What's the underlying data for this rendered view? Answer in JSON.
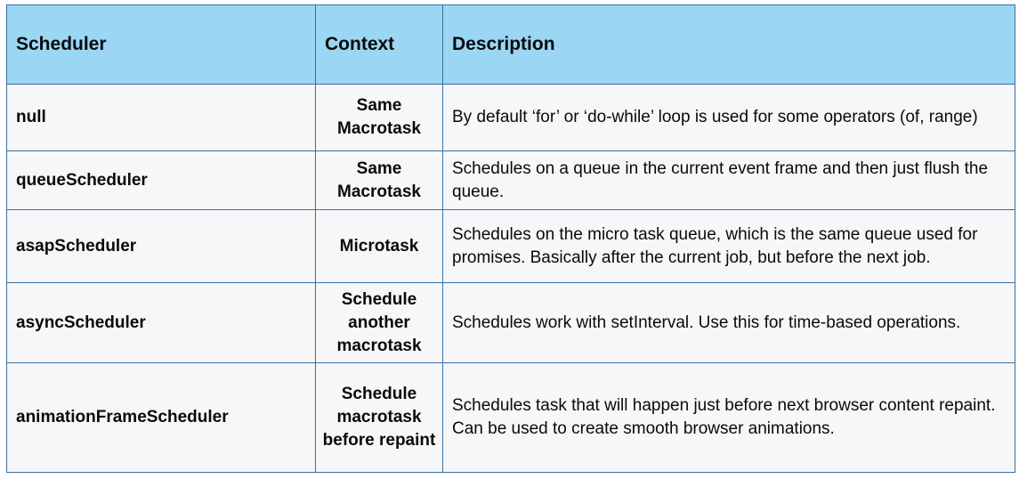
{
  "headers": {
    "scheduler": "Scheduler",
    "context": "Context",
    "description": "Description"
  },
  "rows": [
    {
      "scheduler": "null",
      "context": "Same Macrotask",
      "description": "By default ‘for’ or ‘do-while’ loop is used for some operators (of, range)"
    },
    {
      "scheduler": "queueScheduler",
      "context": "Same Macrotask",
      "description": "Schedules on a queue in the current event frame and then just flush the queue."
    },
    {
      "scheduler": "asapScheduler",
      "context": "Microtask",
      "description": "Schedules on the micro task queue, which is the same queue used for promises. Basically after the current job, but before the next job."
    },
    {
      "scheduler": "asyncScheduler",
      "context": "Schedule another macrotask",
      "description": "Schedules work with setInterval. Use this for time-based operations."
    },
    {
      "scheduler": "animationFrameScheduler",
      "context": "Schedule macrotask before repaint",
      "description": "Schedules task that will happen just before next browser content repaint. Can be used to create smooth browser animations."
    }
  ],
  "colors": {
    "header_background": "#9bd6f5",
    "body_background": "#f6f7f8",
    "border": "#3a6fa0"
  }
}
